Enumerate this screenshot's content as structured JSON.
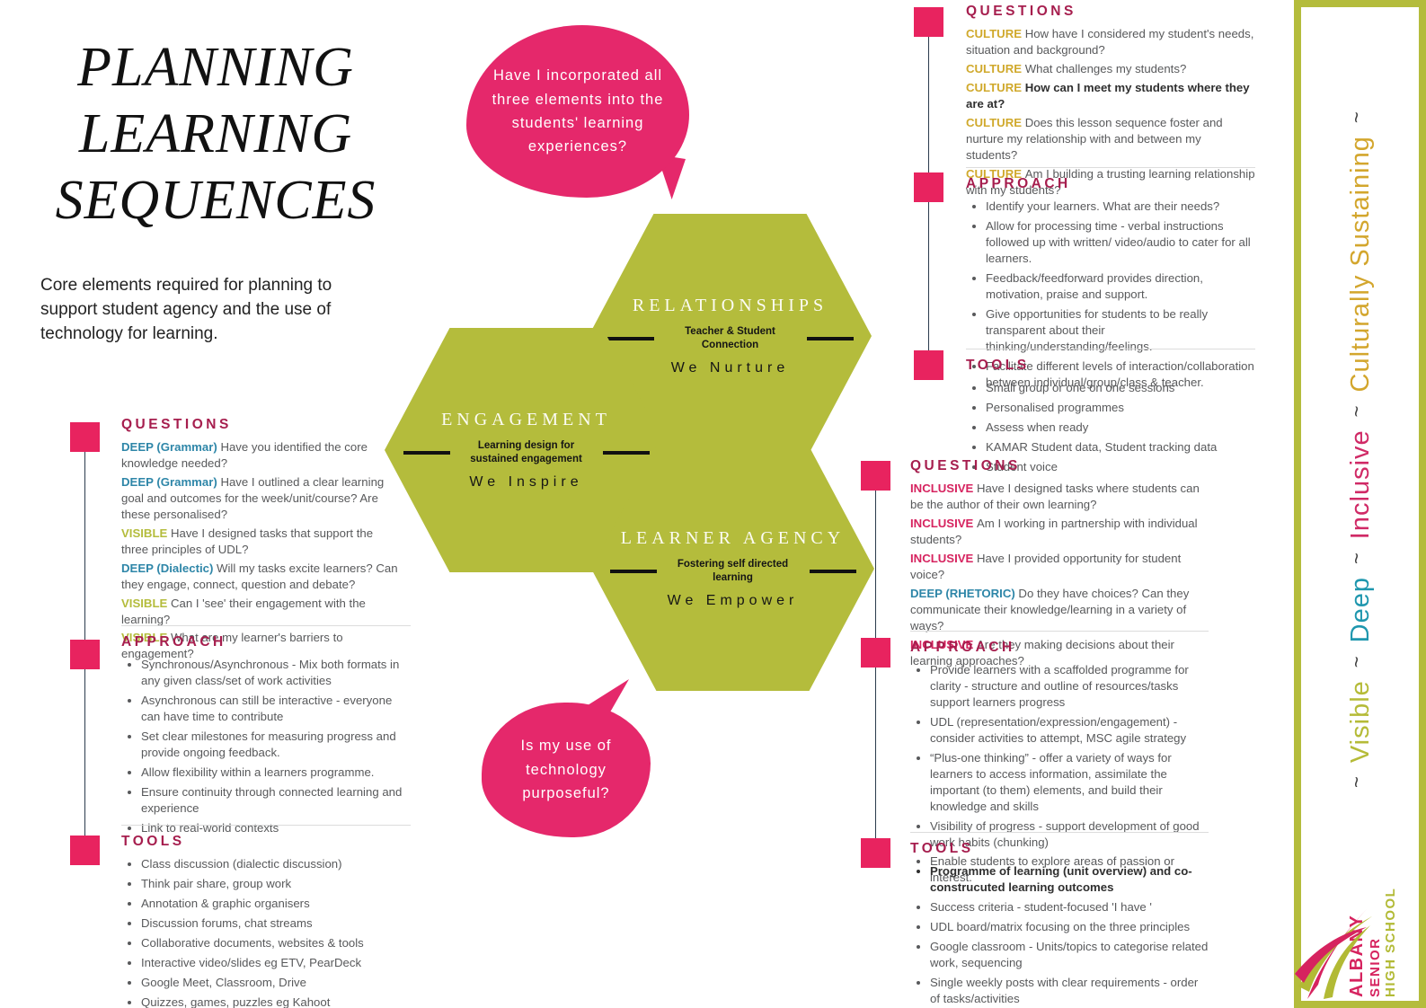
{
  "title_lines": [
    "PLANNING",
    "LEARNING",
    "SEQUENCES"
  ],
  "subtitle": "Core elements required for planning to support student agency and the use of technology for learning.",
  "colors": {
    "pink": "#e8235f",
    "bubble": "#e5286b",
    "crimson": "#a61e4e",
    "teal": "#2e86a8",
    "olive": "#b4bc3c",
    "gold": "#d0a92c",
    "inclusive_pink": "#d6235f",
    "ink": "#58595b",
    "navy": "#2b3b4d",
    "divider": "#dcdcdc"
  },
  "hexagons": {
    "engagement": {
      "title": "ENGAGEMENT",
      "subtitle": "Learning design for sustained engagement",
      "motto": "We Inspire"
    },
    "relationships": {
      "title": "RELATIONSHIPS",
      "subtitle": "Teacher & Student Connection",
      "motto": "We Nurture"
    },
    "learner_agency": {
      "title": "LEARNER AGENCY",
      "subtitle": "Fostering self directed learning",
      "motto": "We Empower"
    }
  },
  "bubbles": {
    "top": {
      "text": "Have I incorporated all three elements into the students'  learning experiences?"
    },
    "bottom": {
      "text": "Is my use of technology purposeful?"
    }
  },
  "columns": {
    "left": {
      "sections": [
        {
          "heading": "QUESTIONS",
          "type": "tagged",
          "items": [
            {
              "tag": "DEEP (Grammar)",
              "tag_color": "teal",
              "text": "Have you identified the core knowledge needed?"
            },
            {
              "tag": "DEEP (Grammar)",
              "tag_color": "teal",
              "text": "Have I outlined a clear learning goal and outcomes for the week/unit/course?  Are these personalised?"
            },
            {
              "tag": "VISIBLE",
              "tag_color": "olive",
              "text": "Have I designed tasks that support the three principles of UDL?"
            },
            {
              "tag": "DEEP (Dialectic)",
              "tag_color": "teal",
              "text": " Will my tasks excite learners?  Can they engage, connect, question and debate?"
            },
            {
              "tag": "VISIBLE",
              "tag_color": "olive",
              "text": " Can I 'see' their engagement with the learning?"
            },
            {
              "tag": "VISIBLE",
              "tag_color": "olive",
              "text": "What are my learner's barriers to engagement?"
            }
          ]
        },
        {
          "heading": "APPROACH",
          "type": "bullets",
          "items": [
            {
              "text": "Synchronous/Asynchronous - Mix both formats in any given class/set of work activities"
            },
            {
              "text": "Asynchronous can still be interactive - everyone can have time to contribute"
            },
            {
              "text": "Set clear milestones for measuring progress and provide ongoing feedback."
            },
            {
              "text": "Allow flexibility within a learners programme."
            },
            {
              "text": "Ensure continuity through connected learning and experience"
            },
            {
              "text": "Link to real-world contexts"
            }
          ]
        },
        {
          "heading": "TOOLS",
          "type": "bullets",
          "items": [
            {
              "text": "Class discussion (dialectic discussion)"
            },
            {
              "text": "Think pair share, group work"
            },
            {
              "text": "Annotation & graphic organisers"
            },
            {
              "text": "Discussion forums, chat streams"
            },
            {
              "text": "Collaborative documents, websites & tools"
            },
            {
              "text": "Interactive video/slides  eg ETV, PearDeck"
            },
            {
              "text": "Google Meet, Classroom, Drive"
            },
            {
              "text": "Quizzes, games, puzzles eg Kahoot"
            }
          ]
        }
      ]
    },
    "right_top": {
      "sections": [
        {
          "heading": "QUESTIONS",
          "type": "tagged",
          "items": [
            {
              "tag": "CULTURE",
              "tag_color": "gold",
              "text": " How have I considered my student's needs, situation and background?"
            },
            {
              "tag": "CULTURE",
              "tag_color": "gold",
              "text": "What challenges my students?"
            },
            {
              "tag": "CULTURE",
              "tag_color": "gold",
              "text": " How can I meet my students where they are at?",
              "bold": true
            },
            {
              "tag": "CULTURE",
              "tag_color": "gold",
              "text": "Does this lesson sequence foster and nurture my relationship with and between my students?"
            },
            {
              "tag": "CULTURE",
              "tag_color": "gold",
              "text": "Am I building a trusting learning relationship with my students?"
            }
          ]
        },
        {
          "heading": "APPROACH",
          "type": "bullets",
          "items": [
            {
              "text": "Identify your learners. What are their needs?"
            },
            {
              "text": "Allow for processing time - verbal instructions followed up with written/ video/audio to cater for all learners."
            },
            {
              "text": "Feedback/feedforward provides direction, motivation, praise and support."
            },
            {
              "text": "Give opportunities for students to be really transparent about their thinking/understanding/feelings."
            },
            {
              "text": "Facilitate different levels of interaction/collaboration between individual/group/class & teacher."
            }
          ]
        },
        {
          "heading": "TOOLS",
          "type": "bullets",
          "items": [
            {
              "text": "Small group or one on one sessions"
            },
            {
              "text": "Personalised programmes"
            },
            {
              "text": "Assess when ready"
            },
            {
              "text": "KAMAR Student data, Student tracking data"
            },
            {
              "text": "Student voice"
            }
          ]
        }
      ]
    },
    "right_bottom": {
      "sections": [
        {
          "heading": "QUESTIONS",
          "type": "tagged",
          "items": [
            {
              "tag": "INCLUSIVE",
              "tag_color": "inclusive_pink",
              "text": "Have I designed tasks where students can be the author of their own learning?"
            },
            {
              "tag": "INCLUSIVE",
              "tag_color": "inclusive_pink",
              "text": "Am I working in partnership with individual students?"
            },
            {
              "tag": "INCLUSIVE",
              "tag_color": "inclusive_pink",
              "text": "Have I provided opportunity for student voice?"
            },
            {
              "tag": "DEEP (RHETORIC)",
              "tag_color": "teal",
              "text": "Do they have choices? Can they communicate their knowledge/learning in a variety of ways?"
            },
            {
              "tag": "INCLUSIVE",
              "tag_color": "inclusive_pink",
              "text": "Are they making decisions about their learning approaches?"
            }
          ]
        },
        {
          "heading": "APPROACH",
          "type": "bullets",
          "items": [
            {
              "text": "Provide learners with a scaffolded programme for clarity - structure and outline of resources/tasks support learners progress"
            },
            {
              "text": "UDL (representation/expression/engagement) - consider activities to attempt, MSC agile strategy"
            },
            {
              "text": "“Plus-one thinking” - offer a variety of ways for learners to access information, assimilate the important (to them) elements, and build their knowledge and skills"
            },
            {
              "text": "Visibility of progress - support development of good work habits (chunking)"
            },
            {
              "text": "Enable students to explore areas of passion or interest."
            }
          ]
        },
        {
          "heading": "TOOLS",
          "type": "bullets",
          "items": [
            {
              "text": "Programme of learning (unit overview) and co-construcuted learning outcomes",
              "bold": true
            },
            {
              "text": "Success criteria - student-focused 'I have '"
            },
            {
              "text": "UDL board/matrix focusing on the three principles"
            },
            {
              "text": "Google classroom - Units/topics to categorise related work, sequencing"
            },
            {
              "text": "Single weekly posts with clear requirements - order of tasks/activities"
            }
          ]
        }
      ]
    }
  },
  "sidebar": {
    "sequence": [
      {
        "text": "~",
        "color": "#3c3c3c",
        "tilde": true
      },
      {
        "text": "Visible",
        "color": "#b5bb38"
      },
      {
        "text": "~",
        "color": "#3c3c3c",
        "tilde": true
      },
      {
        "text": "Deep",
        "color": "#1f97ae"
      },
      {
        "text": "~",
        "color": "#3c3c3c",
        "tilde": true
      },
      {
        "text": "Inclusive",
        "color": "#d02a66"
      },
      {
        "text": "~",
        "color": "#3c3c3c",
        "tilde": true
      },
      {
        "text": "Culturally Sustaining",
        "color": "#d3a62d"
      },
      {
        "text": "~",
        "color": "#3c3c3c",
        "tilde": true
      }
    ],
    "school": [
      {
        "text": "ALBANY",
        "color": "#d6235f"
      },
      {
        "text": "SENIOR",
        "color": "#d6235f"
      },
      {
        "text": "HIGH SCHOOL",
        "color": "#b2ba35"
      }
    ]
  }
}
